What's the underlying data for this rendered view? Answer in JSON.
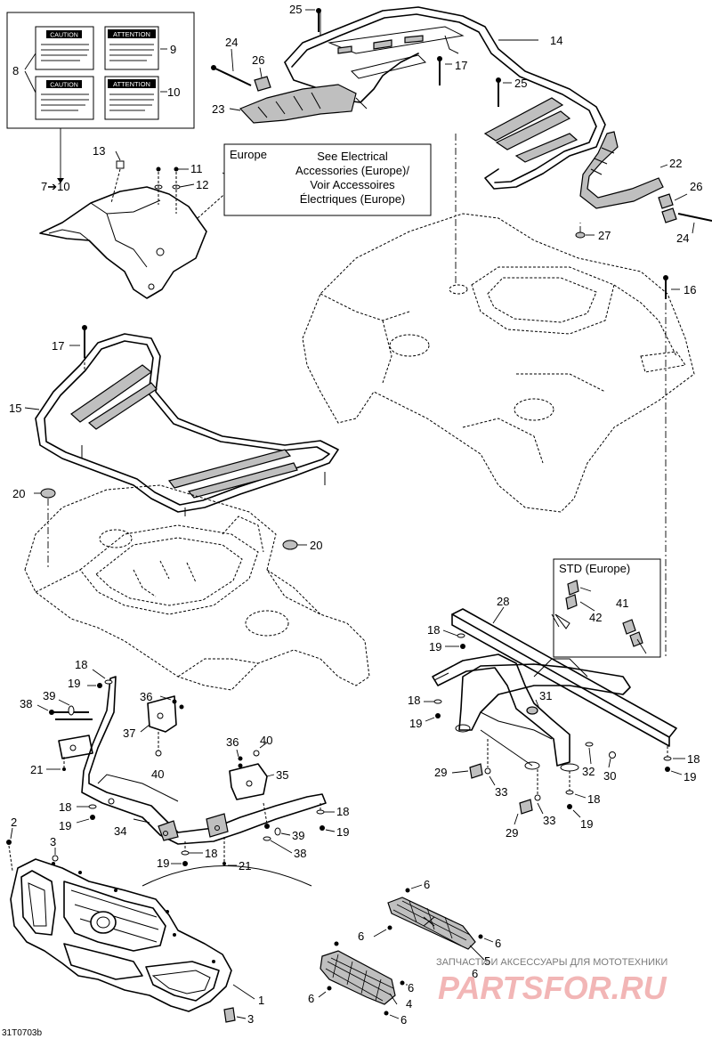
{
  "figure_code": "31T0703b",
  "europe_box": {
    "heading": "Europe",
    "lines": [
      "See Electrical",
      "Accessories (Europe)/",
      "Voir Accessoires",
      "Électriques (Europe)"
    ]
  },
  "std_europe_box": {
    "heading": "STD (Europe)"
  },
  "decals": [
    {
      "title": "CAUTION"
    },
    {
      "title": "ATTENTION"
    },
    {
      "title": "CAUTION"
    },
    {
      "title": "ATTENTION"
    }
  ],
  "callouts": {
    "c1": "1",
    "c2": "2",
    "c3a": "3",
    "c3b": "3",
    "c4": "4",
    "c5": "5",
    "c6a": "6",
    "c6b": "6",
    "c6c": "6",
    "c6d": "6",
    "c6e": "6",
    "c6f": "6",
    "c6g": "6",
    "c7_10": "7➔10",
    "c8": "8",
    "c9": "9",
    "c10": "10",
    "c11": "11",
    "c12": "12",
    "c13": "13",
    "c14": "14",
    "c15": "15",
    "c16": "16",
    "c17a": "17",
    "c17b": "17",
    "c18a": "18",
    "c18b": "18",
    "c18c": "18",
    "c18d": "18",
    "c18e": "18",
    "c18f": "18",
    "c18g": "18",
    "c18h": "18",
    "c19a": "19",
    "c19b": "19",
    "c19c": "19",
    "c19d": "19",
    "c19e": "19",
    "c19f": "19",
    "c19g": "19",
    "c19h": "19",
    "c20a": "20",
    "c20b": "20",
    "c21a": "21",
    "c21b": "21",
    "c22": "22",
    "c23": "23",
    "c24a": "24",
    "c24b": "24",
    "c25a": "25",
    "c25b": "25",
    "c26a": "26",
    "c26b": "26",
    "c27": "27",
    "c28": "28",
    "c29a": "29",
    "c29b": "29",
    "c30": "30",
    "c31": "31",
    "c32": "32",
    "c33a": "33",
    "c33b": "33",
    "c34": "34",
    "c35": "35",
    "c36a": "36",
    "c36b": "36",
    "c37": "37",
    "c38a": "38",
    "c38b": "38",
    "c39a": "39",
    "c39b": "39",
    "c40a": "40",
    "c40b": "40",
    "c41": "41",
    "c42": "42"
  },
  "watermark": {
    "tagline": "ЗАПЧАСТИ И АКСЕССУАРЫ ДЛЯ МОТОТЕХНИКИ",
    "brand": "PARTSFOR.RU"
  }
}
